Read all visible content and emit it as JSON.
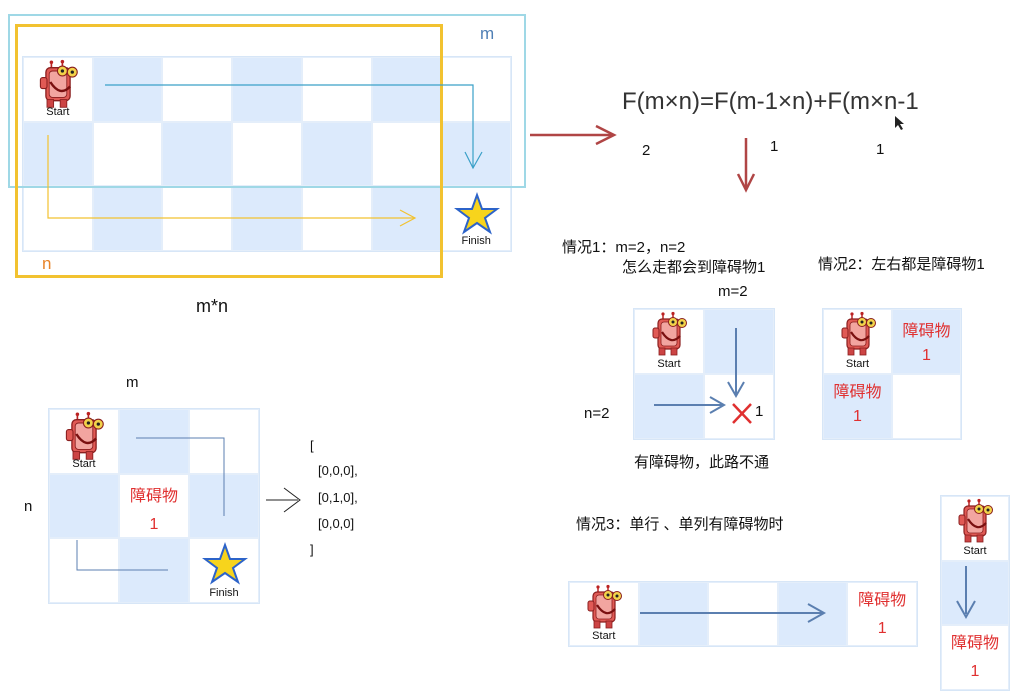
{
  "colors": {
    "blue_cell": "#dceafc",
    "cyan_frame": "#9fd8e6",
    "yellow_frame": "#f2c230",
    "red_text": "#e03030",
    "arrow_dark": "#b04545"
  },
  "icons": {
    "robot": "robot-icon",
    "star": "star-icon",
    "cross": "cross-icon",
    "arrow": "arrow-icon"
  },
  "top": {
    "start": "Start",
    "finish": "Finish",
    "m": "m",
    "n": "n",
    "caption": "m*n"
  },
  "formula": {
    "text": "F(m×n)=F(m-1×n)+F(m×n-1",
    "n2": "2",
    "n1a": "1",
    "n1b": "1"
  },
  "bottom": {
    "m": "m",
    "n": "n",
    "start": "Start",
    "finish": "Finish",
    "obstacle": "障碍物",
    "obstacle_val": "1",
    "matrix": [
      "[",
      "[0,0,0],",
      "[0,1,0],",
      "[0,0,0]",
      "]"
    ]
  },
  "case1": {
    "title": "情况1：m=2，n=2",
    "subtitle": "怎么走都会到障碍物1",
    "m": "m=2",
    "n": "n=2",
    "start": "Start",
    "val": "1",
    "note": "有障碍物，此路不通"
  },
  "case2": {
    "title": "情况2：左右都是障碍物1",
    "start": "Start",
    "obstacle": "障碍物",
    "val": "1"
  },
  "case3": {
    "title": "情况3：单行 、单列有障碍物时",
    "start": "Start",
    "obstacle": "障碍物",
    "val": "1"
  }
}
